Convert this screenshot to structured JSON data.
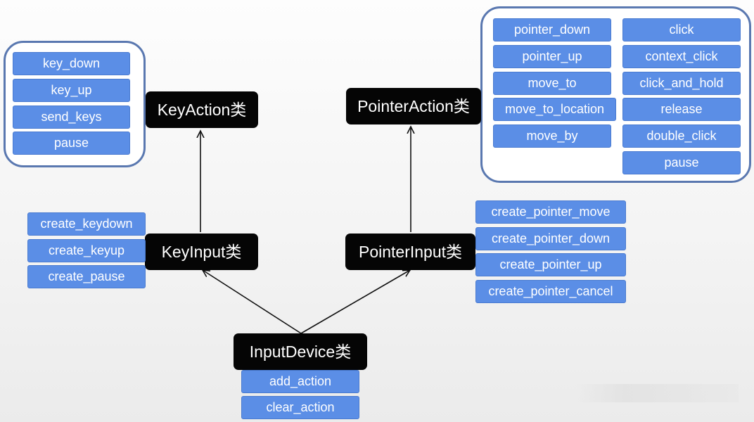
{
  "classes": {
    "key_action": "KeyAction类",
    "pointer_action": "PointerAction类",
    "key_input": "KeyInput类",
    "pointer_input": "PointerInput类",
    "input_device": "InputDevice类"
  },
  "key_action_methods": [
    "key_down",
    "key_up",
    "send_keys",
    "pause"
  ],
  "pointer_action_methods_left": [
    "pointer_down",
    "pointer_up",
    "move_to",
    "move_to_location",
    "move_by"
  ],
  "pointer_action_methods_right": [
    "click",
    "context_click",
    "click_and_hold",
    "release",
    "double_click",
    "pause"
  ],
  "key_input_methods": [
    "create_keydown",
    "create_keyup",
    "create_pause"
  ],
  "pointer_input_methods": [
    "create_pointer_move",
    "create_pointer_down",
    "create_pointer_up",
    "create_pointer_cancel"
  ],
  "input_device_methods": [
    "add_action",
    "clear_action"
  ],
  "colors": {
    "method_fill": "#5b8ee6",
    "group_border": "#5a78b0",
    "class_fill": "#050505"
  }
}
